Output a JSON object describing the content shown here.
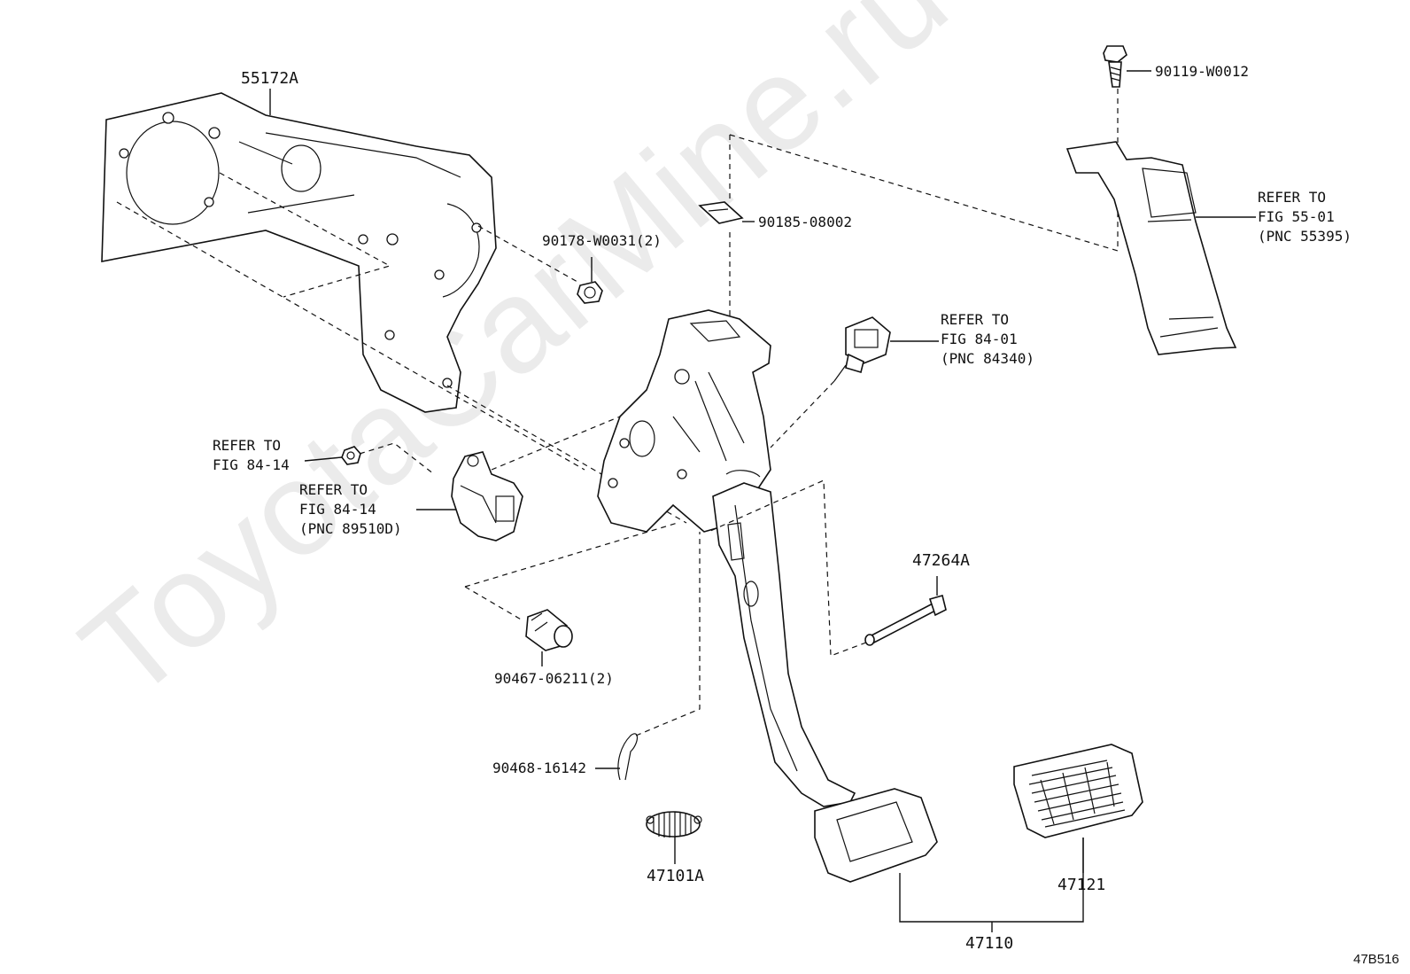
{
  "watermark": "ToyotaCarMine.ru",
  "figure_id": "47B516",
  "labels": {
    "p55172a": "55172A",
    "p90178": "90178-W0031(2)",
    "p90185": "90185-08002",
    "p90119": "90119-W0012",
    "refer_55_01": "REFER TO\nFIG 55-01\n(PNC 55395)",
    "refer_84_01": "REFER TO\nFIG 84-01\n(PNC 84340)",
    "refer_84_14_nut": "REFER TO\nFIG 84-14",
    "refer_84_14_sensor": "REFER TO\nFIG 84-14\n(PNC 89510D)",
    "p47264a": "47264A",
    "p90467": "90467-06211(2)",
    "p90468": "90468-16142",
    "p47101a": "47101A",
    "p47121": "47121",
    "p47110": "47110"
  }
}
